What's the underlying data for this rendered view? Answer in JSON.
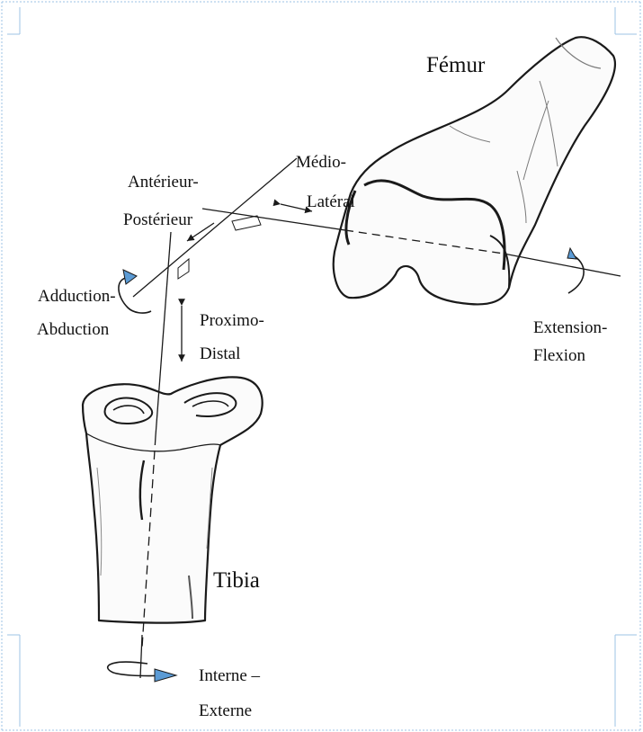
{
  "diagram": {
    "bones": {
      "femur": "Fémur",
      "tibia": "Tibia"
    },
    "motions": {
      "medio_lateral": [
        "Médio-",
        "Latéral"
      ],
      "anterieur_posterieur": [
        "Antérieur-",
        "Postérieur"
      ],
      "adduction_abduction": [
        "Adduction-",
        "Abduction"
      ],
      "proximo_distal": [
        "Proximo-",
        "Distal"
      ],
      "extension_flexion": [
        "Extension-",
        "Flexion"
      ],
      "interne_externe": [
        "Interne –",
        "Externe"
      ]
    },
    "colors": {
      "ink": "#1a1a1a",
      "arrowhead_fill": "#5b9bd5",
      "frame": "#9cc3e6"
    }
  }
}
